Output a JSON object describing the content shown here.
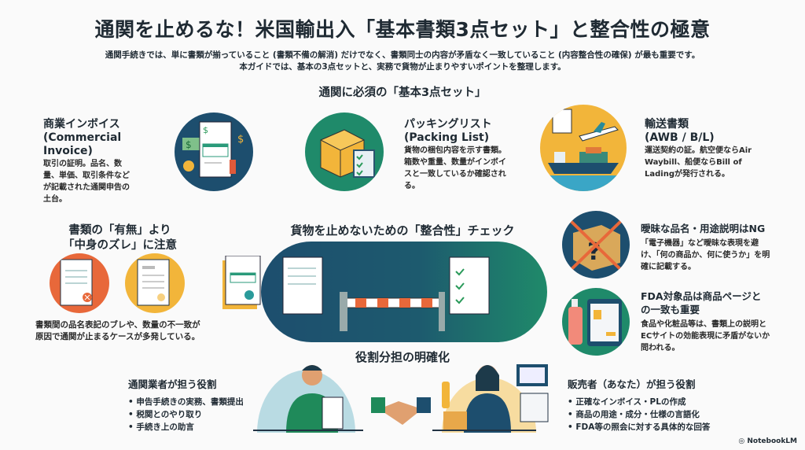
{
  "header": {
    "title": "通関を止めるな！米国輸出入「基本書類3点セット」と整合性の極意",
    "subtitle_lines": [
      "通関手続きでは、単に書類が揃っていること (書類不備の解消) だけでなく、書類同士の内容が矛盾なく一致していること (内容整合性の確保) が最も重要です。",
      "本ガイドでは、基本の3点セットと、実務で貨物が止まりやすいポイントを整理します。"
    ]
  },
  "basic_set": {
    "heading": "通関に必須の「基本3点セット」",
    "items": [
      {
        "title": "商業インボイス",
        "subtitle": "(Commercial Invoice)",
        "body": "取引の証明。品名、数量、単価、取引条件などが記載された通関申告の土台。",
        "icon": "invoice-icon",
        "color": "#1d4e6e"
      },
      {
        "title": "パッキングリスト",
        "subtitle": "(Packing List)",
        "body": "貨物の梱包内容を示す書類。箱数や重量、数量がインボイスと一致しているか確認される。",
        "icon": "package-checklist-icon",
        "color": "#1f8a6a"
      },
      {
        "title": "輸送書類",
        "subtitle": "(AWB / B/L)",
        "body": "運送契約の証。航空便ならAir Waybill、船便ならBill of Ladingが発行される。",
        "icon": "ship-plane-icon",
        "color": "#f2b53a"
      }
    ]
  },
  "mismatch": {
    "heading_lines": [
      "書類の「有無」より",
      "「中身のズレ」に注意"
    ],
    "body": "書類間の品名表記のブレや、数量の不一致が原因で通関が止まるケースが多発している。"
  },
  "consistency": {
    "heading": "貨物を止めないための「整合性」チェック"
  },
  "warnings": [
    {
      "title": "曖昧な品名・用途説明はNG",
      "body": "「電子機器」など曖昧な表現を避け、「何の商品か、何に使うか」を明確に記載する。",
      "icon": "ambiguous-box-icon"
    },
    {
      "title": "FDA対象品は商品ページとの一致も重要",
      "body": "食品や化粧品等は、書類上の説明とECサイトの効能表現に矛盾がないか問われる。",
      "icon": "cosmetics-tablet-icon"
    }
  ],
  "roles": {
    "heading": "役割分担の明確化",
    "broker": {
      "title": "通関業者が担う役割",
      "items": [
        "申告手続きの実務、書類提出",
        "税関とのやり取り",
        "手続き上の助言"
      ]
    },
    "seller": {
      "title": "販売者（あなた）が担う役割",
      "items": [
        "正確なインボイス・PLの作成",
        "商品の用途・成分・仕様の言語化",
        "FDA等の照会に対する具体的な回答"
      ]
    }
  },
  "footer": {
    "brand": "NotebookLM"
  }
}
